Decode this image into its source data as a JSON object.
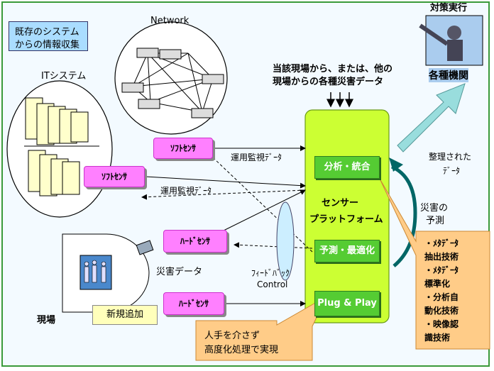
{
  "existing_box": {
    "line1": "既存のシステム",
    "line2": "からの情報収集"
  },
  "network_label": "Network",
  "it_label": "ITシステム",
  "action_label": "対策実行",
  "agencies_label": "各種機関",
  "incoming_data": {
    "line1": "当該現場から、または、他の",
    "line2": "現場からの各種災害データ"
  },
  "platform": {
    "analysis": "分析・統合",
    "center_line1": "センサー",
    "center_line2": "プラットフォーム",
    "prediction": "予測・最適化",
    "plugplay": "Plug & Play"
  },
  "sensors": {
    "soft1": "ｿﾌﾄｾﾝｻ",
    "soft2": "ｿﾌﾄｾﾝｻ",
    "hard1": "ﾊｰﾄﾞｾﾝｻ",
    "hard2": "ﾊｰﾄﾞｾﾝｻ"
  },
  "monitor_data_1": "運用監視ﾃﾞｰﾀ",
  "monitor_data_2": "運用監視ﾃﾞｰﾀ",
  "disaster_data": "災害データ",
  "feedback": {
    "line1": "ﾌｨｰﾄﾞﾊﾞｯｸ",
    "line2": "Control"
  },
  "site_label": "現場",
  "new_addition": "新規追加",
  "organized": {
    "line1": "整理された",
    "line2": "ﾃﾞｰﾀ"
  },
  "prediction_label": {
    "line1": "災害の",
    "line2": "予測"
  },
  "tech_list": [
    "・ﾒﾀﾃﾞｰﾀ",
    "抽出技術",
    "・ﾒﾀﾃﾞｰﾀ",
    "標準化",
    "・分析自",
    "動化技術",
    "・映像認",
    "識技術"
  ],
  "manual": {
    "line1": "人手を介さず",
    "line2": "高度化処理で実現"
  },
  "colors": {
    "frame": "#3a9a3a",
    "platform": "#ccff33",
    "sensor": "#ff80ff",
    "accent": "#55cc33",
    "tech": "#ffcc88"
  }
}
